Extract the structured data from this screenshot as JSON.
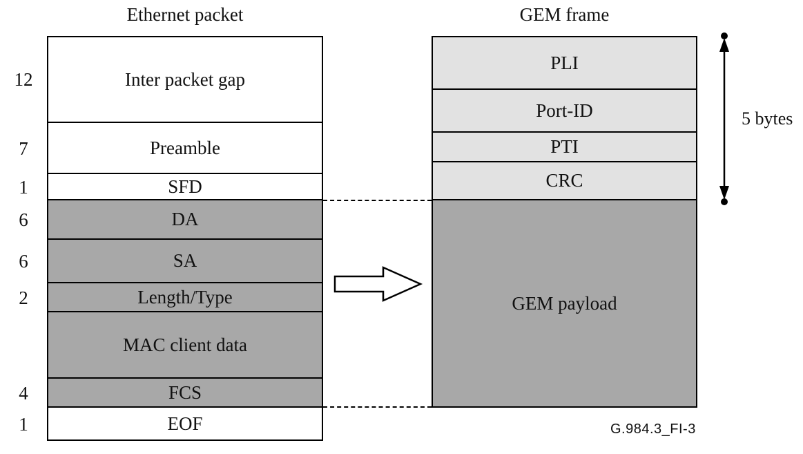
{
  "ethernet": {
    "title": "Ethernet packet",
    "rows": [
      {
        "size": "12",
        "label": "Inter packet gap"
      },
      {
        "size": "7",
        "label": "Preamble"
      },
      {
        "size": "1",
        "label": "SFD"
      },
      {
        "size": "6",
        "label": "DA"
      },
      {
        "size": "6",
        "label": "SA"
      },
      {
        "size": "2",
        "label": "Length/Type"
      },
      {
        "size": "",
        "label": "MAC client data"
      },
      {
        "size": "4",
        "label": "FCS"
      },
      {
        "size": "1",
        "label": "EOF"
      }
    ]
  },
  "gem": {
    "title": "GEM frame",
    "rows": [
      {
        "label": "PLI"
      },
      {
        "label": "Port-ID"
      },
      {
        "label": "PTI"
      },
      {
        "label": "CRC"
      },
      {
        "label": "GEM payload"
      }
    ]
  },
  "annotations": {
    "header_size": "5 bytes",
    "figure_id": "G.984.3_FI-3"
  },
  "colors": {
    "white": "#ffffff",
    "gray": "#a8a8a8",
    "light_gray": "#e2e2e2",
    "line": "#000000"
  }
}
